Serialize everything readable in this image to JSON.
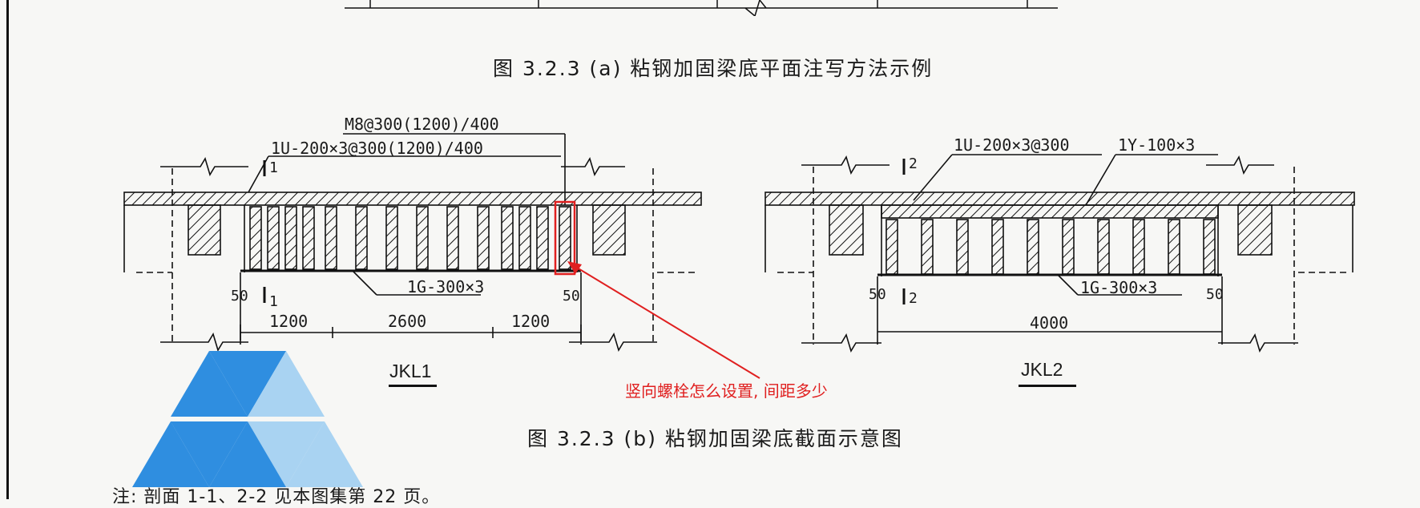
{
  "figure": {
    "caption_a": "图 3.2.3 (a) 粘钢加固梁底平面注写方法示例",
    "caption_b": "图 3.2.3 (b) 粘钢加固梁底截面示意图",
    "note": "注: 剖面 1-1、2-2 见本图集第 22 页。"
  },
  "jkl1": {
    "name": "JKL1",
    "anchor_label": "M8@300(1200)/400",
    "u_hoop_label": "1U-200×3@300(1200)/400",
    "plate_label": "1G-300×3",
    "section_top": "1",
    "section_bottom": "1",
    "edge_left": "50",
    "edge_right": "50",
    "dims": [
      "1200",
      "2600",
      "1200"
    ]
  },
  "jkl2": {
    "name": "JKL2",
    "u_hoop_label": "1U-200×3@300",
    "y_label": "1Y-100×3",
    "plate_label": "1G-300×3",
    "section_top": "2",
    "section_bottom": "2",
    "edge_left": "50",
    "edge_right": "50",
    "dim_total": "4000"
  },
  "annotation": {
    "text": "竖向螺栓怎么设置, 间距多少",
    "color": "#e02020"
  },
  "logo": {
    "colors": [
      "#2f8ee0",
      "#a9d3f2"
    ]
  }
}
